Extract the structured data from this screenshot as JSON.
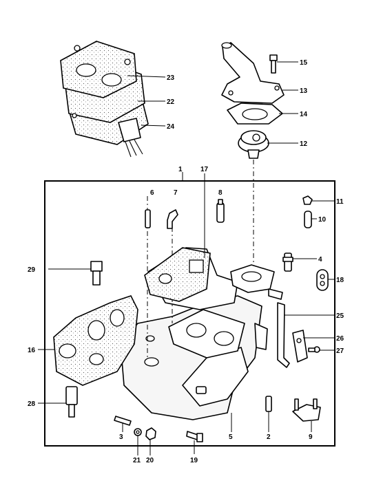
{
  "callouts": {
    "c1": "1",
    "c2": "2",
    "c3": "3",
    "c4": "4",
    "c5": "5",
    "c6": "6",
    "c7": "7",
    "c8": "8",
    "c9": "9",
    "c10": "10",
    "c11": "11",
    "c12": "12",
    "c13": "13",
    "c14": "14",
    "c15": "15",
    "c16": "16",
    "c17": "17",
    "c18": "18",
    "c19": "19",
    "c20": "20",
    "c21": "21",
    "c22": "22",
    "c23": "23",
    "c24": "24",
    "c25": "25",
    "c26": "26",
    "c27": "27",
    "c28": "28",
    "c29": "29"
  },
  "colors": {
    "ink": "#000000",
    "paper": "#ffffff"
  }
}
